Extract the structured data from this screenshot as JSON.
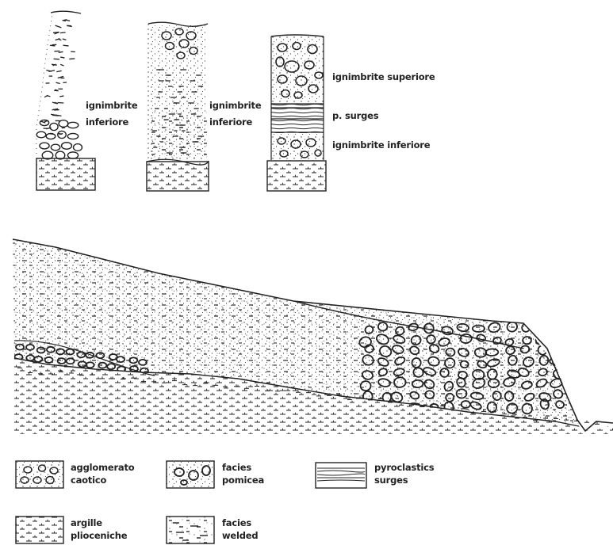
{
  "columns": [
    {
      "labels": [
        "ignimbrite",
        "inferiore"
      ]
    },
    {
      "labels": [
        "ignimbrite",
        "inferiore"
      ]
    },
    {
      "labels": [
        "ignimbrite  superiore",
        "p. surges",
        "ignimbrite  inferiore"
      ]
    }
  ],
  "legend": [
    {
      "pattern": "agglomerato-caotico",
      "lines": [
        "agglomerato",
        "caotico"
      ]
    },
    {
      "pattern": "facies-pomicea",
      "lines": [
        "facies",
        "pomicea"
      ]
    },
    {
      "pattern": "pyroclastic-surges",
      "lines": [
        "pyroclastics",
        "surges"
      ]
    },
    {
      "pattern": "argille-plioceniche",
      "lines": [
        "argille",
        "plioceniche"
      ]
    },
    {
      "pattern": "facies-welded",
      "lines": [
        "facies",
        "welded"
      ]
    }
  ],
  "colors": {
    "ink": "#222222",
    "paper": "#ffffff"
  }
}
